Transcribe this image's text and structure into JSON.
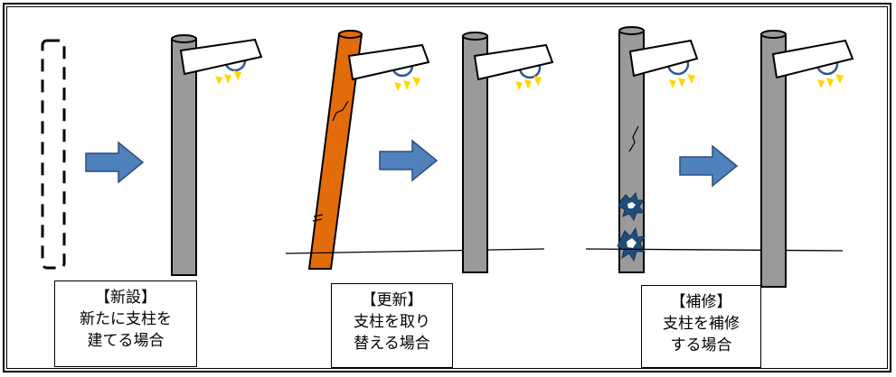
{
  "colors": {
    "pole": "#9a9a9a",
    "old_pole": "#e36c0a",
    "arrow": "#4f81bd",
    "lamp_ring": "#2f5597",
    "light_rays": "#ffd700",
    "damage": "#1f4e79",
    "border": "#000000"
  },
  "cases": [
    {
      "title": "【新設】",
      "line1": "新たに支柱を",
      "line2": "建てる場合"
    },
    {
      "title": "【更新】",
      "line1": "支柱を取り",
      "line2": "替える場合"
    },
    {
      "title": "【補修】",
      "line1": "支柱を補修",
      "line2": "する場合"
    }
  ]
}
